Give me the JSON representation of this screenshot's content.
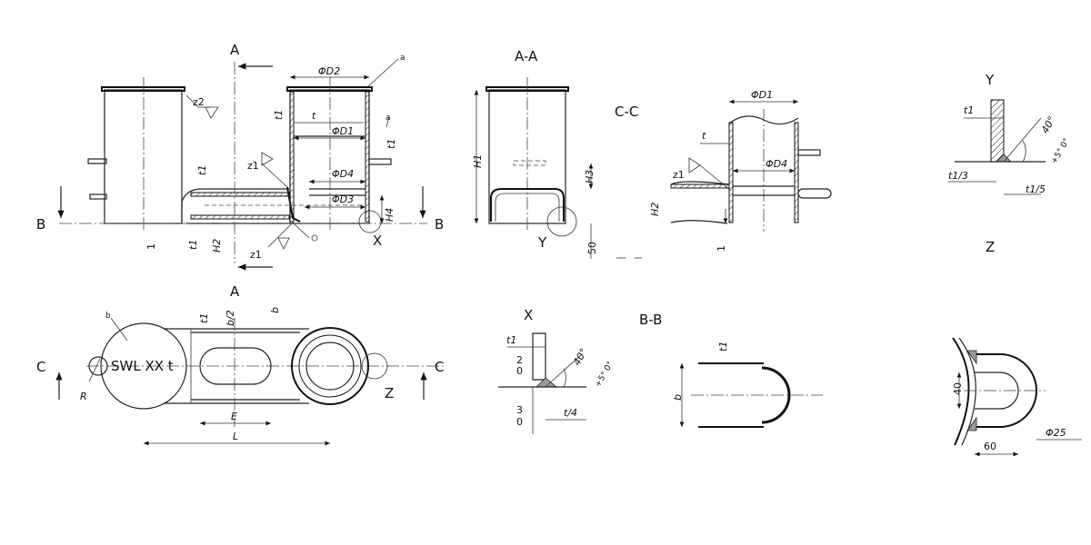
{
  "views": {
    "section_aa": "A-A",
    "section_bb": "B-B",
    "section_cc": "C-C",
    "detail_x": "X",
    "detail_y": "Y",
    "detail_z": "Z"
  },
  "markers": {
    "a": "A",
    "b": "B",
    "c": "C",
    "x": "X",
    "y": "Y",
    "z": "Z"
  },
  "weld_symbols": {
    "z1": "z1",
    "z2": "z2"
  },
  "notes": {
    "a": "a",
    "b": "b"
  },
  "nameplate": "SWL XX t",
  "dims": {
    "D1": "ΦD1",
    "D2": "ΦD2",
    "D3": "ΦD3",
    "D4": "ΦD4",
    "t": "t",
    "t1": "t1",
    "t1_3": "t1/3",
    "t1_5": "t1/5",
    "t_4": "t/4",
    "H1": "H1",
    "H2": "H2",
    "H3": "H3",
    "H4": "H4",
    "one": "1",
    "fifty": "50",
    "b": "b",
    "b_2": "b/2",
    "E": "E",
    "L": "L",
    "R": "R",
    "forty": "40",
    "sixty": "60",
    "phi25": "Φ25",
    "angle": "40°",
    "tol": "+5° 0°",
    "two": "2",
    "zero": "0",
    "three": "3"
  }
}
